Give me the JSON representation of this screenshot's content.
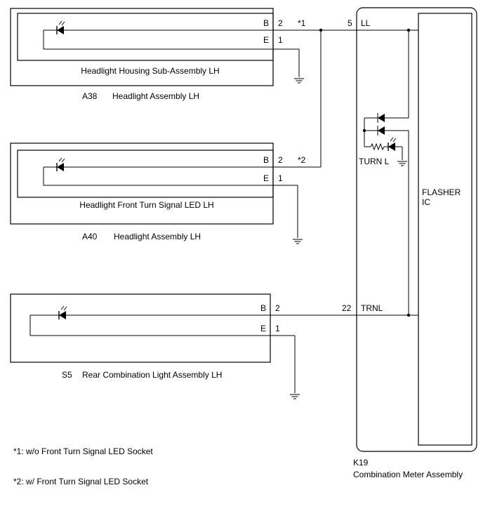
{
  "connectors": {
    "a38": {
      "id": "A38",
      "assembly": "Headlight Assembly LH",
      "component": "Headlight Housing Sub-Assembly LH",
      "pin_b": {
        "name": "B",
        "num": "2"
      },
      "pin_e": {
        "name": "E",
        "num": "1"
      },
      "note_ref": "*1"
    },
    "a40": {
      "id": "A40",
      "assembly": "Headlight Assembly LH",
      "component": "Headlight Front Turn Signal LED LH",
      "pin_b": {
        "name": "B",
        "num": "2"
      },
      "pin_e": {
        "name": "E",
        "num": "1"
      },
      "note_ref": "*2"
    },
    "s5": {
      "id": "S5",
      "assembly": "Rear Combination Light Assembly LH",
      "pin_b": {
        "name": "B",
        "num": "2"
      },
      "pin_e": {
        "name": "E",
        "num": "1"
      }
    }
  },
  "meter": {
    "id": "K19",
    "name": "Combination Meter Assembly",
    "ic_label_line1": "FLASHER",
    "ic_label_line2": "IC",
    "indicator": "TURN L",
    "pin_ll": {
      "num": "5",
      "name": "LL"
    },
    "pin_trnl": {
      "num": "22",
      "name": "TRNL"
    }
  },
  "notes": [
    "*1: w/o Front Turn Signal LED Socket",
    "*2: w/ Front Turn Signal LED Socket"
  ]
}
